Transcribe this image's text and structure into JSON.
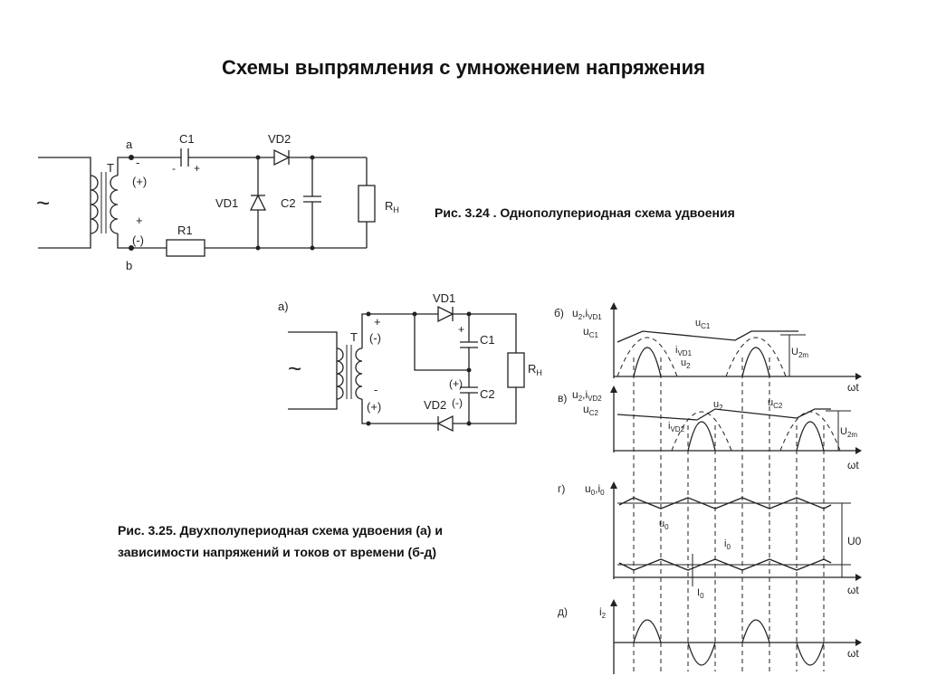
{
  "title": "Схемы выпрямления с умножением напряжения",
  "captions": {
    "fig324": "Рис. 3.24 . Однополупериодная схема удвоения",
    "fig325_line1": "Рис. 3.25. Двухполупериодная схема удвоения (а) и",
    "fig325_line2": "зависимости напряжений и токов от времени (б-д)"
  },
  "circuit1": {
    "node_a": "a",
    "node_b": "b",
    "transformer": "T",
    "source": "~",
    "c1": "C1",
    "vd2": "VD2",
    "vd1": "VD1",
    "c2": "C2",
    "r1": "R1",
    "rh": "R",
    "rh_sub": "Н",
    "minus_top": "-",
    "plus_paren": "(+)",
    "plus": "+",
    "minus_paren": "(-)",
    "c1_minus": "-",
    "c1_plus": "+"
  },
  "circuit2": {
    "label": "a)",
    "source": "~",
    "transformer": "T",
    "plus": "+",
    "minus_paren": "(-)",
    "minus": "-",
    "plus_paren": "(+)",
    "vd1": "VD1",
    "vd2": "VD2",
    "c1": "C1",
    "c2": "C2",
    "rh": "R",
    "rh_sub": "Н",
    "c1_plus": "+",
    "c2_plus_paren": "(+)",
    "c2_minus_paren": "(-)"
  },
  "graphs": {
    "b_label": "б)",
    "b_axis1": "u",
    "b_axis1_sub": "2",
    "b_axis2": ",i",
    "b_axis2_sub": "VD1",
    "b_axis3": "u",
    "b_axis3_sub": "C1",
    "b_uc1": "u",
    "b_uc1_sub": "C1",
    "b_ivd1": "i",
    "b_ivd1_sub": "VD1",
    "b_u2": "u",
    "b_u2_sub": "2",
    "b_u2m": "U",
    "b_u2m_sub": "2m",
    "b_wt": "ωt",
    "v_label": "в)",
    "v_axis1": "u",
    "v_axis1_sub": "2",
    "v_axis2": ",i",
    "v_axis2_sub": "VD2",
    "v_axis3": "u",
    "v_axis3_sub": "C2",
    "v_u2": "u",
    "v_u2_sub": "2",
    "v_uc2": "u",
    "v_uc2_sub": "C2",
    "v_ivd2": "i",
    "v_ivd2_sub": "VD2",
    "v_u2m": "U",
    "v_u2m_sub": "2m",
    "v_wt": "ωt",
    "g_label": "г)",
    "g_axis": "u",
    "g_axis_sub": "0",
    "g_axis2": ",i",
    "g_axis2_sub": "0",
    "g_u0": "u",
    "g_u0_sub": "0",
    "g_i0": "i",
    "g_i0_sub": "0",
    "g_U0": "U0",
    "g_I0": "I",
    "g_I0_sub": "0",
    "g_wt": "ωt",
    "d_label": "д)",
    "d_axis": "i",
    "d_axis_sub": "2",
    "d_wt": "ωt"
  }
}
